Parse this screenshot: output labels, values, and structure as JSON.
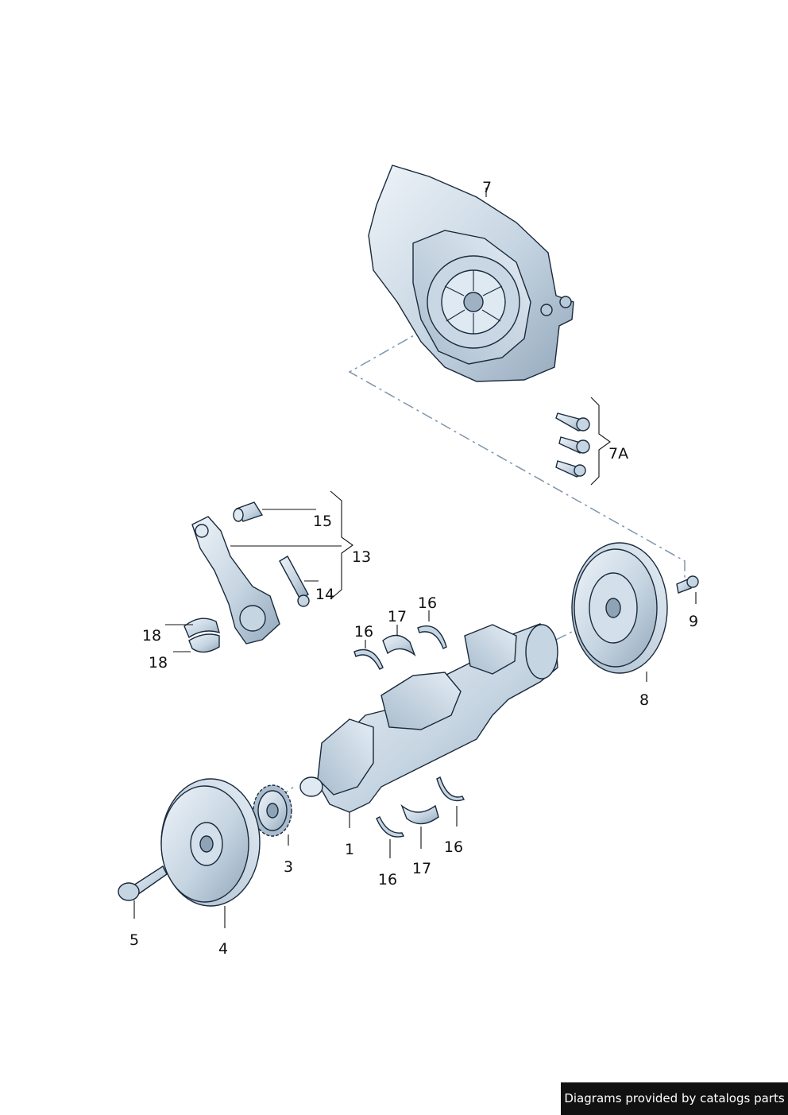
{
  "labels": {
    "p1": "1",
    "p3": "3",
    "p4": "4",
    "p5": "5",
    "p7": "7",
    "p7a": "7A",
    "p8": "8",
    "p9": "9",
    "p13": "13",
    "p14": "14",
    "p15": "15",
    "p16a": "16",
    "p16b": "16",
    "p16c": "16",
    "p16d": "16",
    "p17a": "17",
    "p17b": "17",
    "p18a": "18",
    "p18b": "18"
  },
  "credit": "Diagrams provided by catalogs parts",
  "colors": {
    "metal_light": "#dfe9f2",
    "metal_mid": "#b8c9d8",
    "metal_dark": "#8fa3b6",
    "outline": "#1a2a3c",
    "dash": "#7f95aa"
  }
}
